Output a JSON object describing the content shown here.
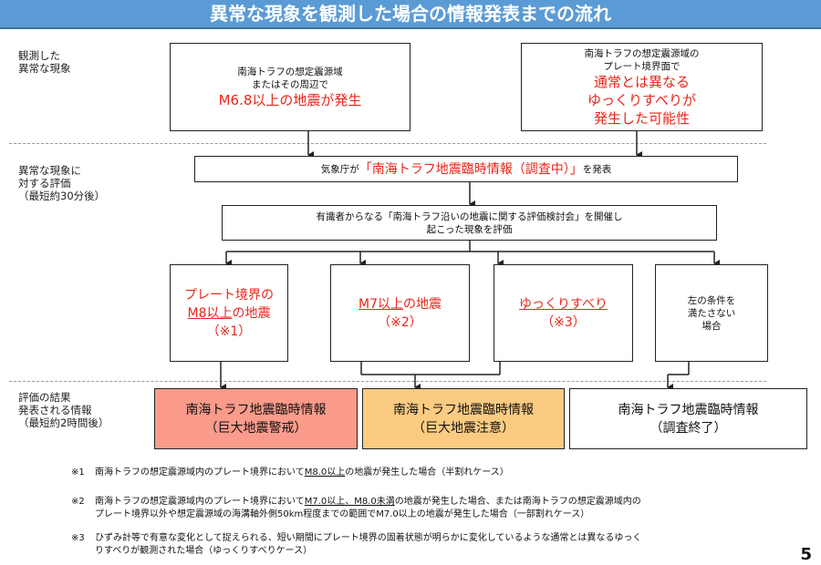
{
  "title": "異常な現象を観測した場合の情報発表までの流れ",
  "row_labels": {
    "observed": "観測した\n異常な現象",
    "evaluation": "異常な現象に\n対する評価\n（最短約30分後）",
    "result": "評価の結果\n発表される情報\n（最短約2時間後）"
  },
  "observations": {
    "left": {
      "line1": "南海トラフの想定震源域",
      "line2": "またはその周辺で",
      "highlight": "M6.8以上の地震が発生"
    },
    "right": {
      "line1": "南海トラフの想定震源域の",
      "line2": "プレート境界面で",
      "highlight1": "通常とは異なる",
      "highlight2": "ゆっくりすべりが",
      "highlight3": "発生した可能性"
    }
  },
  "announce": {
    "prefix": "気象庁が",
    "highlight": "「南海トラフ地震臨時情報（調査中）」",
    "suffix": "を発表"
  },
  "committee": {
    "line1": "有識者からなる「南海トラフ沿いの地震に関する評価検討会」を開催し",
    "line2": "起こった現象を評価"
  },
  "conditions": [
    {
      "line1": "プレート境界の",
      "line2_u": "M8以上",
      "line2_rest": "の地震",
      "ref": "（※1）"
    },
    {
      "line1_u": "M7以上",
      "line1_rest": "の地震",
      "ref": "（※2）"
    },
    {
      "line1_u": "ゆっくりすべり",
      "ref": "（※3）"
    },
    {
      "line1": "左の条件を",
      "line2": "満たさない",
      "line3": "場合"
    }
  ],
  "results": [
    {
      "line1": "南海トラフ地震臨時情報",
      "line2": "（巨大地震警戒）",
      "color": "#fb9b8b"
    },
    {
      "line1": "南海トラフ地震臨時情報",
      "line2": "（巨大地震注意）",
      "color": "#fbcb82"
    },
    {
      "line1": "南海トラフ地震臨時情報",
      "line2": "（調査終了）",
      "color": "#ffffff"
    }
  ],
  "notes": [
    {
      "mark": "※1",
      "pre": "南海トラフの想定震源域内のプレート境界において",
      "u1": "M8.0以上",
      "post": "の地震が発生した場合（半割れケース）"
    },
    {
      "mark": "※2",
      "pre": "南海トラフの想定震源域内のプレート境界において",
      "u1": "M7.0以上、M8.0未満",
      "post": "の地震が発生した場合、または南海トラフの想定震源域内の",
      "line2": "プレート境界以外や想定震源域の海溝軸外側50km程度までの範囲でM7.0以上の地震が発生した場合（一部割れケース）"
    },
    {
      "mark": "※3",
      "line1": "ひずみ計等で有意な変化として捉えられる、短い期間にプレート境界の固着状態が明らかに変化しているような通常とは異なるゆっく",
      "line2": "りすべりが観測された場合（ゆっくりすべりケース）"
    }
  ],
  "page_number": "5"
}
